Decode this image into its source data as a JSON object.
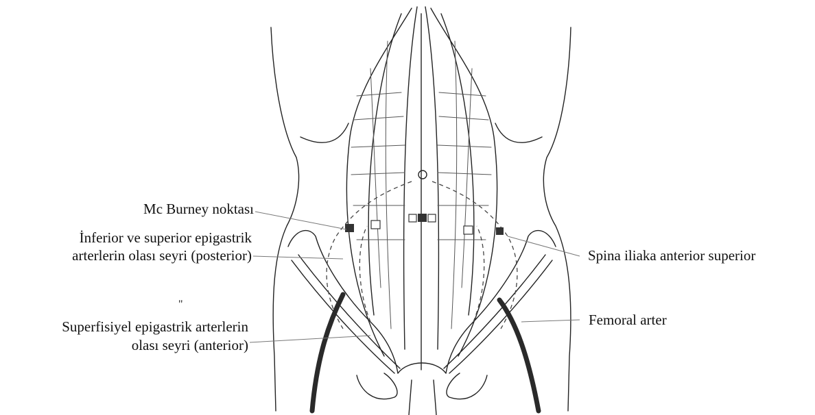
{
  "labels": {
    "mcburney": "Mc Burney noktası",
    "inferior_line1": "İnferior ve superior epigastrik",
    "inferior_line2": "arterlerin olası seyri (posterior)",
    "stray_mark": "\"",
    "superficial_line1": "Superfisiyel epigastrik arterlerin",
    "superficial_line2": "olası seyri (anterior)",
    "spina": "Spina iliaka anterior superior",
    "femoral": "Femoral arter"
  },
  "colors": {
    "ink": "#111111",
    "leader": "#777777",
    "artery": "#2a2a2a",
    "marker": "#333333"
  }
}
